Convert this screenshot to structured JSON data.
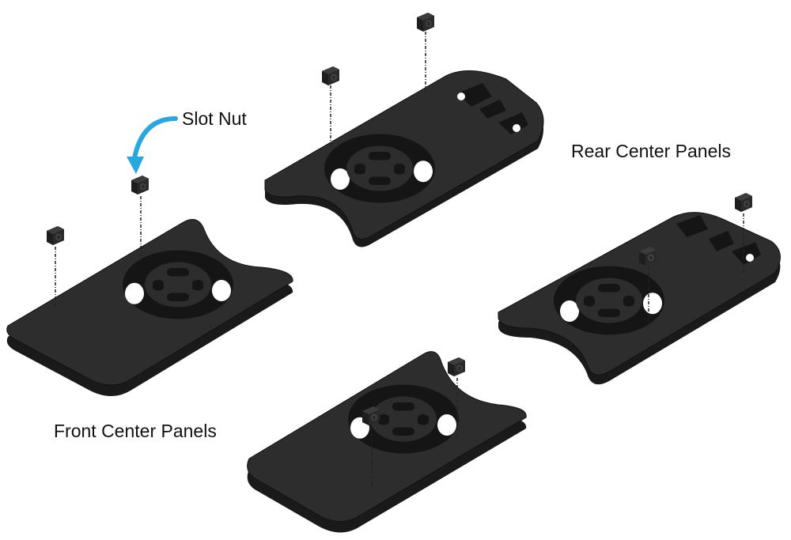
{
  "diagram": {
    "labels": {
      "slot_nut": "Slot Nut",
      "rear_center_panels": "Rear Center Panels",
      "front_center_panels": "Front Center Panels"
    },
    "colors": {
      "panel": "#2b2b2b",
      "panel_edge": "#1a1a1a",
      "panel_highlight": "#4a4a4a",
      "arrow": "#29a8e0",
      "background": "#ffffff"
    },
    "parts": [
      {
        "name": "rear-center-panel-top",
        "type": "panel",
        "slot_nuts": 2
      },
      {
        "name": "rear-center-panel-right",
        "type": "panel",
        "slot_nuts": 2
      },
      {
        "name": "front-center-panel-left",
        "type": "panel",
        "slot_nuts": 2
      },
      {
        "name": "front-center-panel-bottom",
        "type": "panel",
        "slot_nuts": 2
      }
    ]
  }
}
